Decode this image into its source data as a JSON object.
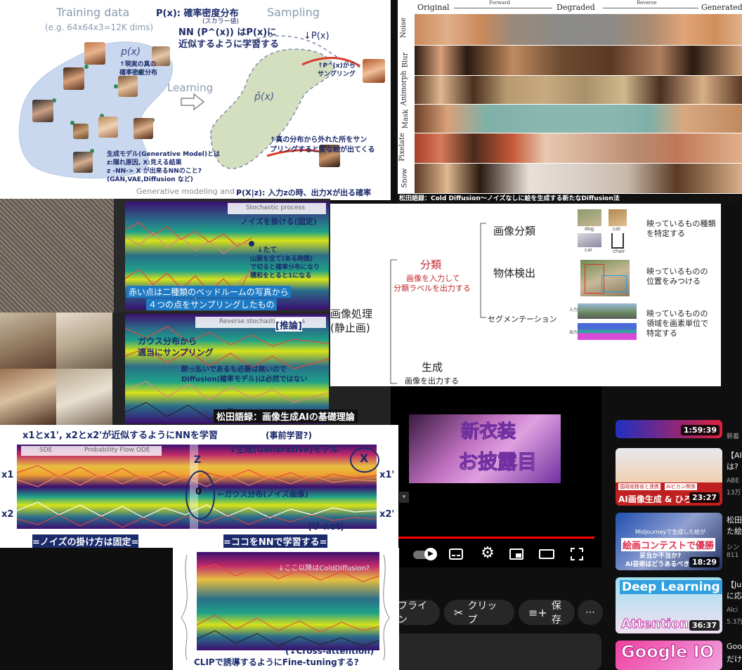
{
  "panel_a": {
    "training_data": "Training data",
    "dims": "(e.g. 64x64x3=12K dims)",
    "px_title": "P(x): 確率密度分布",
    "scalar_note": "(スカラー値)",
    "nn_line1": "NN (P^(x)) はP(x)に",
    "nn_line2": "近似するように学習する",
    "sampling": "Sampling",
    "down_px": "↓P(x)",
    "p_of_x": "p(x)",
    "real_note1": "↑現実の真の",
    "real_note2": "確率密度分布",
    "learning": "Learning",
    "phat": "p̂(x)",
    "sample_note1": "↑P^(x)から",
    "sample_note2": "サンプリング",
    "true_dist_note1": "↑真の分布から外れた所をサン",
    "true_dist_note2": "プリングすると変な絵が出てくる",
    "gen_model1": "生成モデル(Generative Model)とは",
    "gen_model2": "z:隠れ原因, X:見える結果",
    "gen_model3": "z -NN-> X が出来るNNのこと?",
    "gen_model4": "(GAN,VAE,Diffusion など)",
    "footer": "Generative modeling and s",
    "pxz": "P(X|z): 入力zの時、出力Xが出る確率"
  },
  "panel_b": {
    "headers": [
      "Original",
      "Forward",
      "Degraded",
      "Reverse",
      "Generated"
    ],
    "rows": [
      "Noise",
      "Blur",
      "Animorph",
      "Mask",
      "Pixelate",
      "Snow"
    ],
    "caption": "松田語録：Cold Diffusion〜ノイズなしに絵を生成する新たなDiffusion法"
  },
  "panel_c": {
    "legend": "Stochastic process",
    "note1": "ノイズを掛ける(固定)",
    "note2": "↓たて",
    "note3": "山脈を全て(ある時間)",
    "note4": "で切ると確率分布になり",
    "note5": "積和をとると1になる",
    "caption1": "赤い点は二種類のベッドルームの写真から",
    "caption2": "４つの点をサンプリングしたもの"
  },
  "panel_d": {
    "legend": "Reverse stochastic process",
    "tag": "[推論]",
    "note1": "ガウス分布から",
    "note2": "適当にサンプリング",
    "note3": "酔っ払いであるも必要は無いので",
    "note4": "Diffusion(確率モデル)は必然ではない",
    "caption": "松田語録：画像生成AIの基礎理論"
  },
  "panel_e": {
    "root": "画像処理",
    "root_sub": "(静止画)",
    "classify": "分類",
    "classify_sub1": "画像を入力して",
    "classify_sub2": "分類ラベルを出力する",
    "image_classification": "画像分類",
    "object_detection": "物体検出",
    "segmentation": "セグメンテーション",
    "generate": "生成",
    "generate_sub": "画像を出力する",
    "desc1a": "映っているもの種類",
    "desc1b": "を特定する",
    "desc2a": "映っているものの",
    "desc2b": "位置をみつける",
    "desc3a": "映っているものの",
    "desc3b": "領域を画素単位で",
    "desc3c": "特定する",
    "thumb_labels": [
      "dog",
      "cat",
      "car",
      "chair"
    ],
    "seg_in": "入力",
    "seg_out": "出力"
  },
  "panel_f": {
    "title": "x1とx1', x2とx2'が近似するようにNNを学習",
    "pretrain": "(事前学習?)",
    "legend_sde": "SDE",
    "legend_ode": "Probability Flow ODE",
    "gen_model": "↓生成(Generative)モデル",
    "z": "Z",
    "zero": "0",
    "gauss": "←ガウス分布(ノイズ画像)",
    "x1": "x1",
    "x2": "x2",
    "x1p": "x1'",
    "x2p": "x2'",
    "X": "X",
    "unet": "(U-net)",
    "fixed": "=ノイズの掛け方は固定=",
    "learn": "=ココをNNで学習する="
  },
  "panel_g": {
    "note": "↓ここ以降はColdDiffusion?",
    "cross": "(↓Cross-attention)",
    "clip": "CLIPで誘導するようにFine-tuningする?"
  },
  "video": {
    "overlay_line1": "新衣装",
    "overlay_line2": "お披露目",
    "offline_label": "フライン",
    "clip_label": "クリップ",
    "save_label": "保存",
    "more_label": "⋯"
  },
  "sidebar": {
    "items": [
      {
        "duration": "1:59:39",
        "title": "",
        "meta": "新着"
      },
      {
        "duration": "23:27",
        "title": "【AI",
        "title2": "は?",
        "channel": "ABE",
        "views": "13万",
        "banner": "AI画像生成 & ひろ",
        "chip1": "国政総務省と連携",
        "chip2": "AIビカン関係"
      },
      {
        "duration": "18:29",
        "title": "松田",
        "title2": "た絵",
        "channel": "シン",
        "views": "811",
        "banner": "絵画コンテストで優勝",
        "line2": "妥当か不当か?",
        "line3": "AI芸術はどうあるべき?",
        "line0": "Midjourneyで生成した絵が"
      },
      {
        "duration": "36:37",
        "title": "【Ju",
        "title2": "に応",
        "channel": "Alci",
        "views": "5.3万",
        "banner_top": "Deep Learning",
        "banner_bottom": "Attention"
      },
      {
        "duration": "",
        "title": "Goo",
        "title2": "だけ",
        "banner": "Google IO"
      }
    ]
  },
  "colors": {
    "navy_text": "#1b2a6b",
    "red_text": "#c0282d",
    "yt_bg": "#0f0f0f",
    "progress_red": "#ff0000"
  }
}
